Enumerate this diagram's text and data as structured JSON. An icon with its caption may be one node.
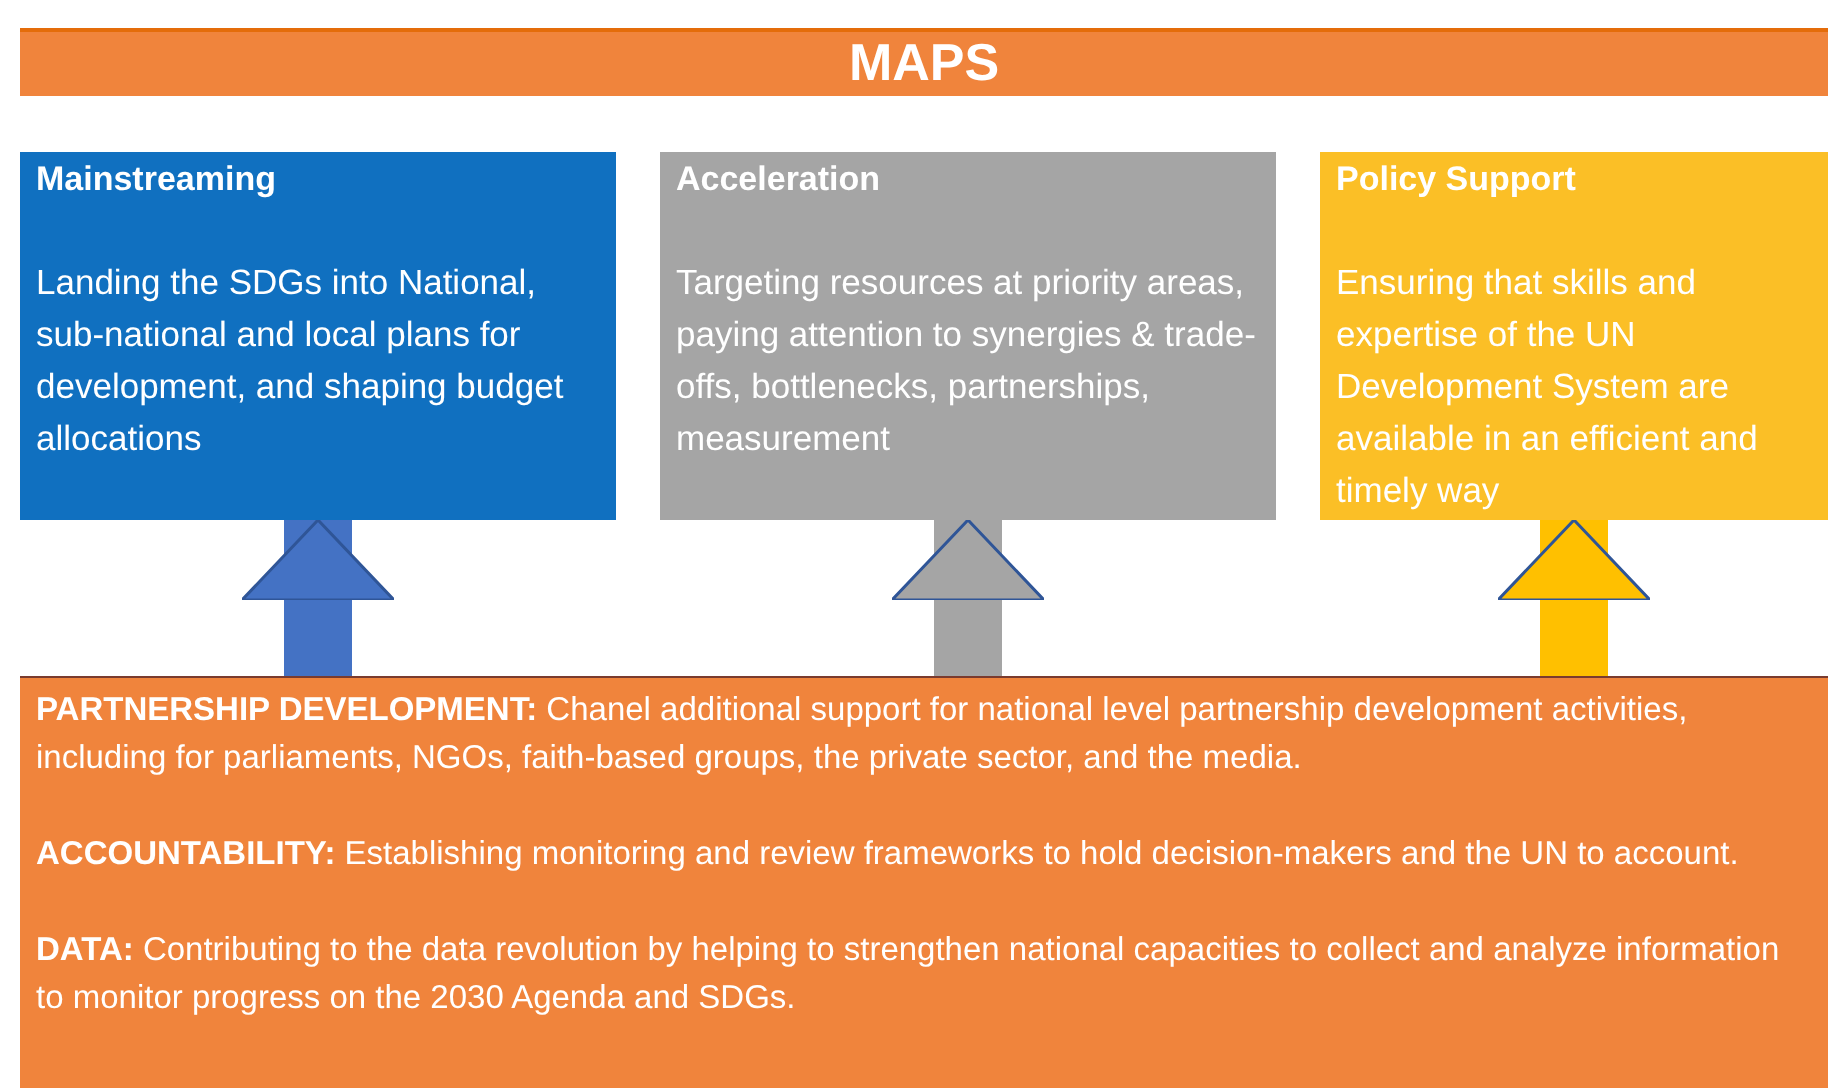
{
  "diagram": {
    "nodes": [
      {
        "text": [
          "MAPS"
        ]
      },
      {
        "text": [
          "Mainstreaming",
          "Landing the SDGs into National, sub-national and local plans for development, and shaping budget allocations"
        ]
      },
      {
        "text": [
          "Acceleration",
          "Targeting resources at priority areas, paying attention to synergies & trade-offs, bottlenecks, partnerships, measurement"
        ]
      },
      {
        "text": [
          "Policy Support",
          "Ensuring that skills and expertise of the UN Development System are available in an efficient and timely way"
        ]
      },
      {
        "text": [
          "**PARTNERSHIP DEVELOPMENT:** Chanel additional support for national level partnership development activities, including for parliaments, NGOs, faith-based groups, the private sector, and the media.",
          "**ACCOUNTABILITY:** Establishing monitoring and review frameworks to hold decision-makers and the UN to account.",
          "**DATA:** Contributing to the data revolution by helping to strengthen national capacities to collect and analyze information to monitor progress on the 2030 Agenda and SDGs."
        ]
      }
    ],
    "edges": [
      {
        "from": 4,
        "to": 1,
        "arrow": "to",
        "color": "#4472c4"
      },
      {
        "from": 4,
        "to": 2,
        "arrow": "to",
        "color": "#a5a5a5"
      },
      {
        "from": 4,
        "to": 3,
        "arrow": "to",
        "color": "#ffc000"
      }
    ]
  }
}
